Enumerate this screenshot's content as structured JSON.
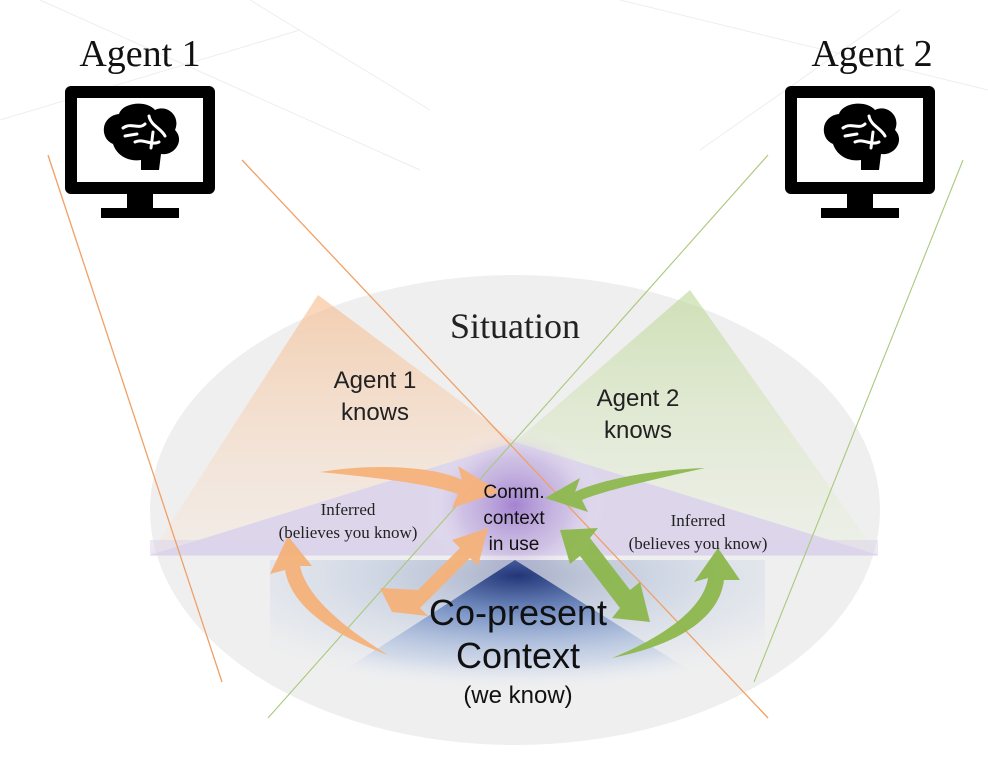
{
  "agents": [
    {
      "label": "Agent 1"
    },
    {
      "label": "Agent 2"
    }
  ],
  "situation_label": "Situation",
  "agent1_knows": {
    "line1": "Agent 1",
    "line2": "knows"
  },
  "agent2_knows": {
    "line1": "Agent 2",
    "line2": "knows"
  },
  "inferred_left": {
    "line1": "Inferred",
    "line2": "(believes you know)"
  },
  "inferred_right": {
    "line1": "Inferred",
    "line2": "(believes you know)"
  },
  "comm_context": {
    "line1": "Comm.",
    "line2": "context",
    "line3": "in use"
  },
  "copresent": {
    "line1": "Co-present",
    "line2": "Context",
    "line3": "(we know)"
  },
  "colors": {
    "agent1": "#f5b27a",
    "agent1_line": "#f0a066",
    "agent2": "#8db84e",
    "agent2_line": "#a9c97c",
    "inferred": "#cbbfe0",
    "copresent": "#1e3a8a",
    "situation": "#eeeeee"
  },
  "icon": "brain-monitor-icon"
}
